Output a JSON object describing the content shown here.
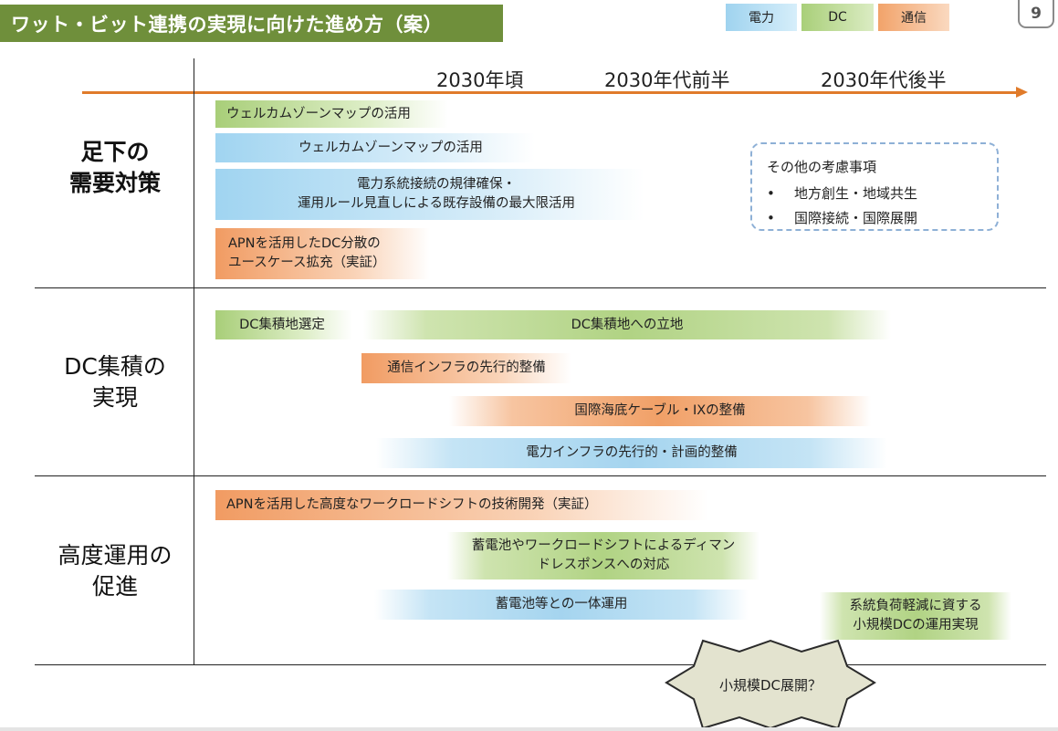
{
  "header": {
    "title": "ワット・ビット連携の実現に向けた進め方（案）",
    "page_number": "9"
  },
  "legend": {
    "electricity": "電力",
    "dc": "DC",
    "telecom": "通信"
  },
  "timeline": {
    "periods": [
      "2030年頃",
      "2030年代前半",
      "2030年代後半"
    ]
  },
  "rows": [
    {
      "label_line1": "足下の",
      "label_line2": "需要対策"
    },
    {
      "label_line1": "DC集積の",
      "label_line2": "実現"
    },
    {
      "label_line1": "高度運用の",
      "label_line2": "促進"
    }
  ],
  "bars": {
    "welcome_zone_dc": "ウェルカムゾーンマップの活用",
    "welcome_zone_elec": "ウェルカムゾーンマップの活用",
    "grid_connection_line1": "電力系統接続の規律確保・",
    "grid_connection_line2": "運用ルール見直しによる既存設備の最大限活用",
    "apn_dc_line1": "APNを活用したDC分散の",
    "apn_dc_line2": "ユースケース拡充（実証）",
    "dc_site_selection": "DC集積地選定",
    "dc_siting": "DC集積地への立地",
    "telecom_infra": "通信インフラの先行的整備",
    "submarine_cable": "国際海底ケーブル・IXの整備",
    "power_infra": "電力インフラの先行的・計画的整備",
    "apn_workload": "APNを活用した高度なワークロードシフトの技術開発（実証）",
    "demand_response_line1": "蓄電池やワークロードシフトによるディマン",
    "demand_response_line2": "ドレスポンスへの対応",
    "battery_integration": "蓄電池等との一体運用",
    "small_dc_line1": "系統負荷軽減に資する",
    "small_dc_line2": "小規模DCの運用実現"
  },
  "other_considerations": {
    "title": "その他の考慮事項",
    "bullet": "•",
    "items": [
      "地方創生・地域共生",
      "国際接続・国際展開"
    ]
  },
  "star_label": "小規模DC展開？",
  "colors": {
    "title_bg": "#6f8f3b",
    "timeline": "#e07b2a",
    "electricity": "#9fd3ef",
    "dc": "#a9cf79",
    "telecom": "#f2a36a",
    "dashed_border": "#8eb0d6",
    "star_fill": "#e3e3cf"
  }
}
